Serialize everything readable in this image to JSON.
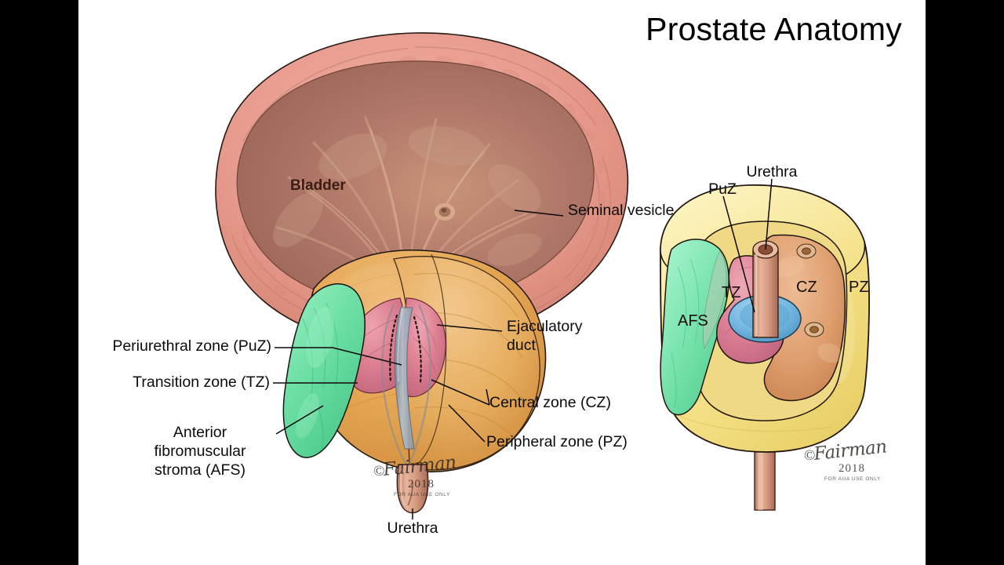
{
  "figure": {
    "title": "Prostate Anatomy",
    "background_color": "#ffffff",
    "letterbox_color": "#000000"
  },
  "palette": {
    "bladder_wall": "#e79b8e",
    "bladder_lumen": "#b2796a",
    "prostate_body": "#e6a855",
    "peripheral_zone_yellow": "#f7e48d",
    "central_zone_orange": "#e0a070",
    "transition_zone_pink": "#dd7f91",
    "afs_green": "#6fe0a6",
    "periurethral_blue": "#74b7e0",
    "urethra_gray": "#9aa6b4",
    "seminal_vesicle": "#e8d9b4",
    "outline": "#20150f",
    "label_text": "#0b0b0b"
  },
  "left_panel": {
    "view_name": "sagittal-section",
    "inline_labels": [
      {
        "name": "bladder",
        "text": "Bladder"
      }
    ],
    "callouts": [
      {
        "name": "seminal-vesicle",
        "text": "Seminal vesicle",
        "align": "left"
      },
      {
        "name": "ejaculatory-duct",
        "text": "Ejaculatory\nduct",
        "align": "left"
      },
      {
        "name": "central-zone",
        "text": "Central zone (CZ)",
        "align": "left"
      },
      {
        "name": "peripheral-zone",
        "text": "Peripheral zone (PZ)",
        "align": "left"
      },
      {
        "name": "periurethral-zone",
        "text": "Periurethral zone (PuZ)",
        "align": "right"
      },
      {
        "name": "transition-zone",
        "text": "Transition zone (TZ)",
        "align": "right"
      },
      {
        "name": "anterior-fibromuscular-stroma",
        "text": "Anterior\nfibromuscular\nstroma (AFS)",
        "align": "right"
      },
      {
        "name": "urethra",
        "text": "Urethra",
        "align": "center"
      }
    ]
  },
  "right_panel": {
    "view_name": "three-dimensional-cutaway",
    "callouts": [
      {
        "name": "urethra",
        "text": "Urethra"
      },
      {
        "name": "periurethral-zone-abbrev",
        "text": "PuZ"
      }
    ],
    "zone_labels": [
      {
        "name": "afs",
        "text": "AFS"
      },
      {
        "name": "tz",
        "text": "TZ"
      },
      {
        "name": "cz",
        "text": "CZ"
      },
      {
        "name": "pz",
        "text": "PZ"
      }
    ]
  },
  "watermarks": [
    {
      "name": "watermark-left",
      "signature": "Fairman",
      "year": "2018",
      "notice": "FOR AUA USE ONLY",
      "copyright_symbol": "©"
    },
    {
      "name": "watermark-right",
      "signature": "Fairman",
      "year": "2018",
      "notice": "FOR AUA USE ONLY",
      "copyright_symbol": "©"
    }
  ]
}
